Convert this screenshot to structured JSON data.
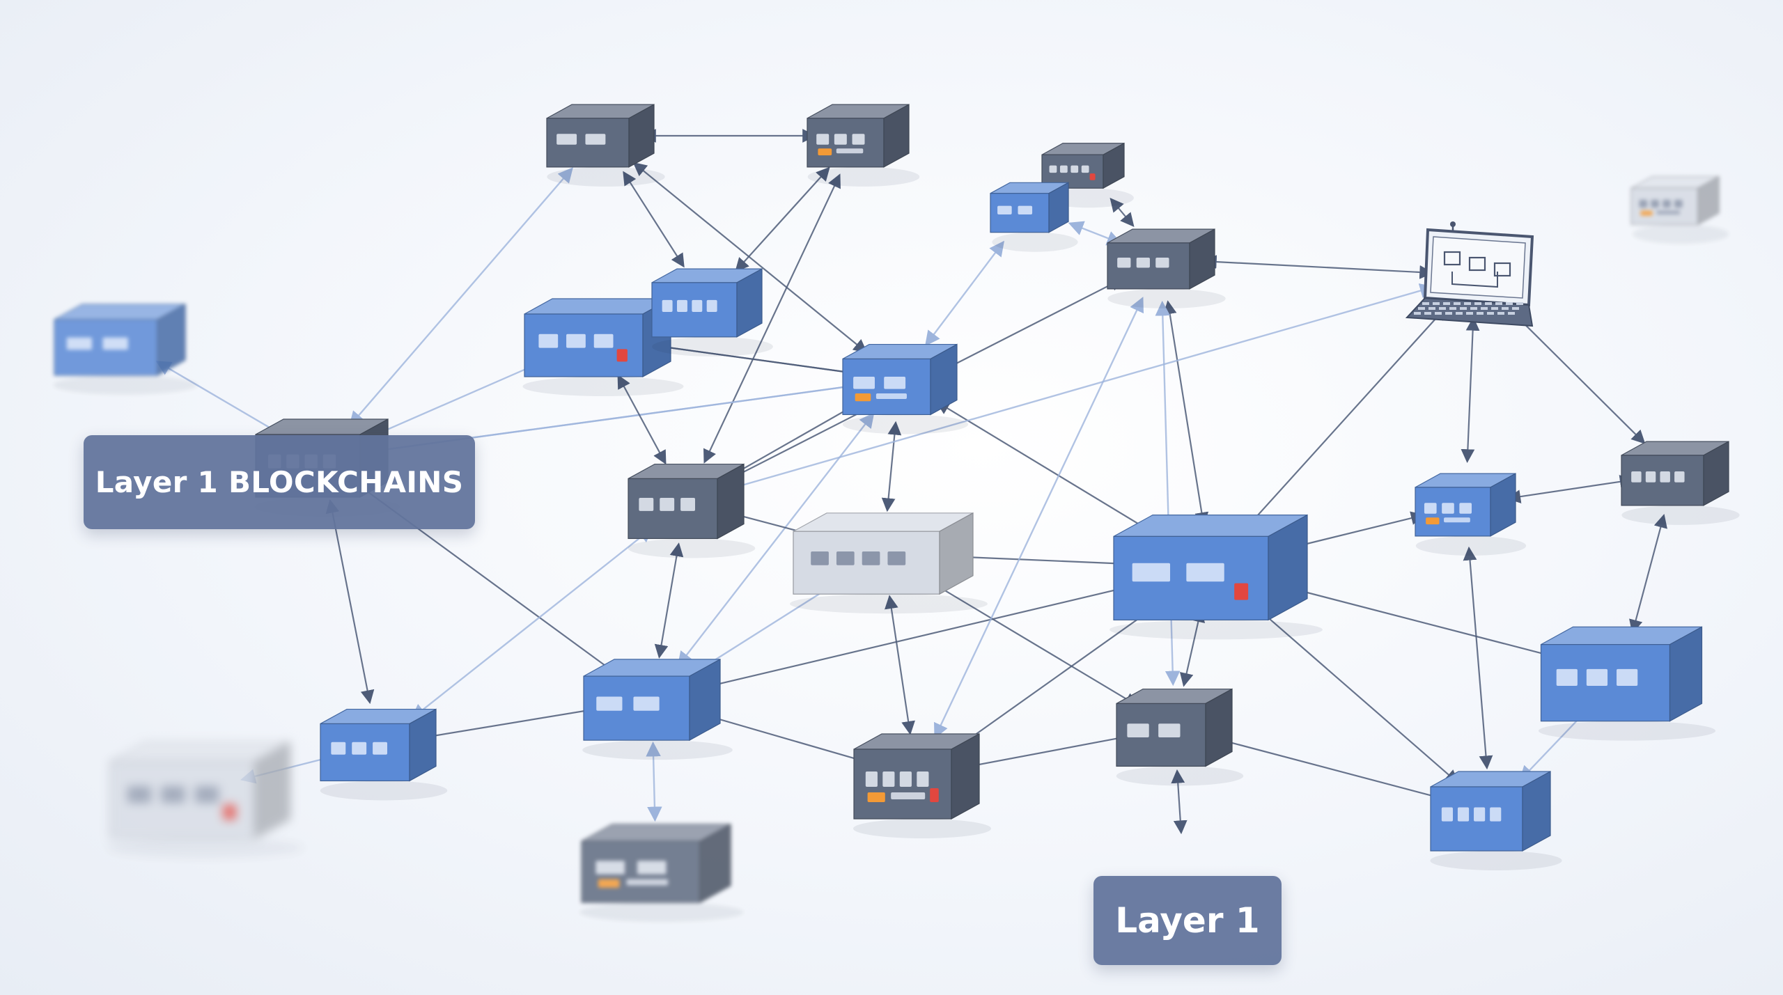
{
  "labels": {
    "main": "Layer 1 BLOCKCHAINS",
    "secondary": "Layer 1"
  },
  "colors": {
    "dark_node": "#5f6b80",
    "blue_node": "#5b8ad6",
    "light_node": "#d6dbe4",
    "edge": "#4e5c78",
    "edge_faint": "#9db4dc",
    "label_bg": "#62749c",
    "accent_orange": "#f39a36",
    "accent_red": "#e2473f"
  },
  "icons": [
    "node-cube",
    "server-block",
    "laptop-icon",
    "bidirectional-arrow"
  ]
}
